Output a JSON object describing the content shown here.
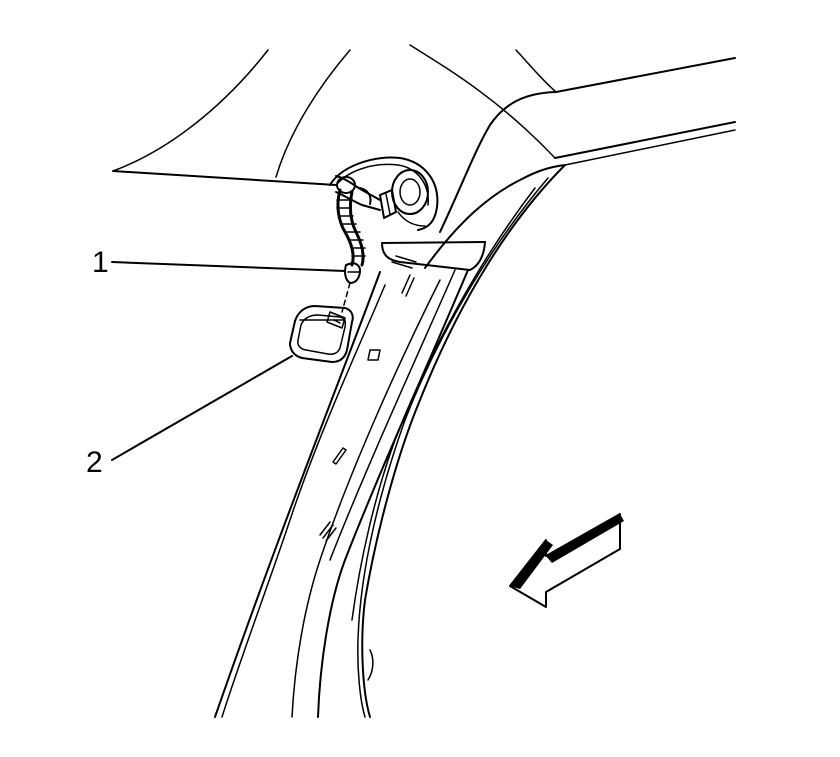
{
  "callouts": [
    {
      "id": "1",
      "label": "1"
    },
    {
      "id": "2",
      "label": "2"
    }
  ],
  "colors": {
    "ink": "#000000",
    "paper": "#ffffff"
  },
  "icons": {
    "direction_arrow": "front-direction-arrow-icon"
  }
}
